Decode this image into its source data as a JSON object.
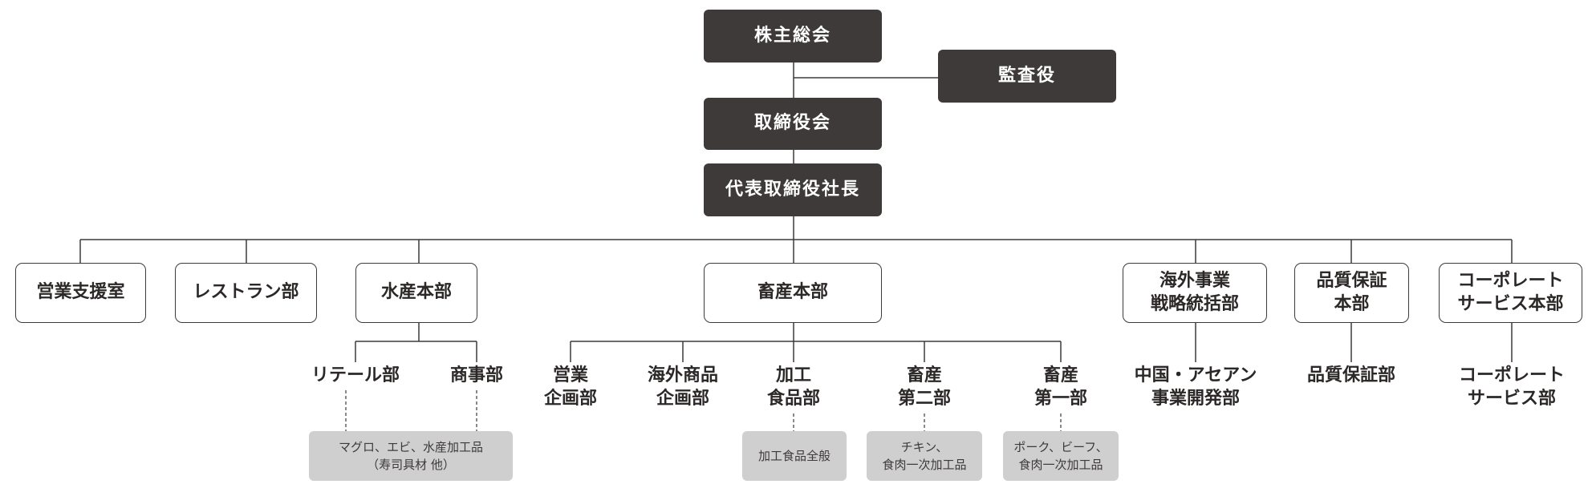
{
  "top": {
    "shareholders": "株主総会",
    "auditor": "監査役",
    "board": "取締役会",
    "president": "代表取締役社長"
  },
  "divisions": {
    "sales_support": "営業支援室",
    "restaurant": "レストラン部",
    "marine": "水産本部",
    "livestock": "畜産本部",
    "overseas": "海外事業\n戦略統括部",
    "quality": "品質保証\n本部",
    "corporate": "コーポレート\nサービス本部"
  },
  "marine_depts": {
    "retail": "リテール部",
    "trading": "商事部",
    "products": "マグロ、エビ、水産加工品\n（寿司具材 他）"
  },
  "livestock_depts": {
    "sales_planning": "営業\n企画部",
    "overseas_products": "海外商品\n企画部",
    "processed": "加工\n食品部",
    "livestock2": "畜産\n第二部",
    "livestock1": "畜産\n第一部",
    "processed_products": "加工食品全般",
    "livestock2_products": "チキン、\n食肉一次加工品",
    "livestock1_products": "ポーク、ビーフ、\n食肉一次加工品"
  },
  "other_depts": {
    "china_asean": "中国・アセアン\n事業開発部",
    "qa_dept": "品質保証部",
    "corporate_dept": "コーポレート\nサービス部"
  },
  "colors": {
    "dark": "#3e3a39",
    "gray": "#cfcfcf",
    "line": "#3e3a39"
  }
}
